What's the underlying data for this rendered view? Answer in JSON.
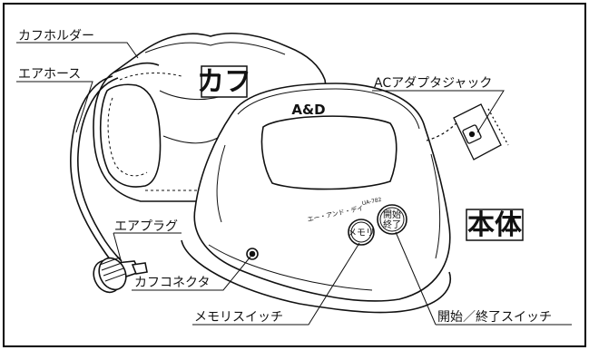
{
  "labels": {
    "cuff_holder": "カフホルダー",
    "air_hose": "エアホース",
    "cuff": "カフ",
    "ac_adapter_jack": "ACアダプタジャック",
    "main_unit": "本体",
    "air_plug": "エアプラグ",
    "cuff_connector": "カフコネクタ",
    "memory_switch": "メモリスイッチ",
    "start_stop_switch": "開始／終了スイッチ"
  },
  "device": {
    "brand": "A&D",
    "product_name": "エー・アンド・デイ",
    "model": "UA-782",
    "memory_button": "メモリ",
    "start_button_line1": "開始",
    "start_button_line2": "終了"
  }
}
